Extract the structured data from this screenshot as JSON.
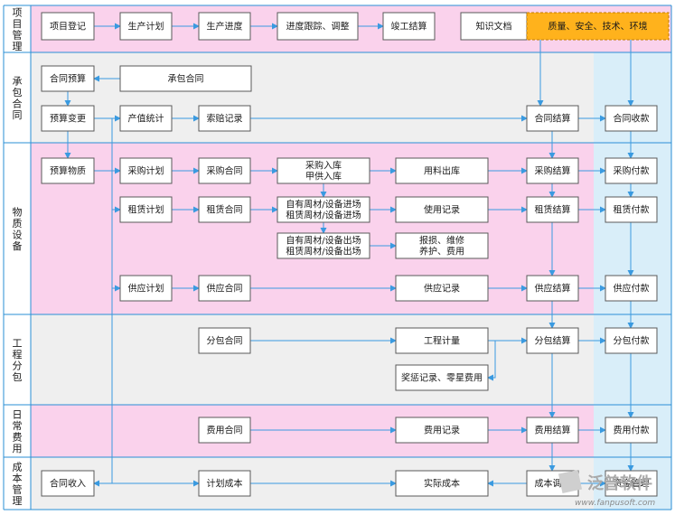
{
  "lanes": {
    "project_mgmt": "项目管理",
    "contract": "承包合同",
    "materials": "物质设备",
    "subcontract": "工程分包",
    "daily_cost": "日常费用",
    "cost_mgmt": "成本管理"
  },
  "nodes": {
    "project_register": "项目登记",
    "production_plan": "生产计划",
    "production_progress": "生产进度",
    "progress_tracking": "进度跟踪、调整",
    "completion_settlement": "竣工结算",
    "knowledge_docs": "知识文档",
    "qset": "质量、安全、技术、环境",
    "contract_budget": "合同预算",
    "contract_contracting": "承包合同",
    "budget_change": "预算变更",
    "output_stats": "产值统计",
    "claim_record": "索赔记录",
    "contract_settlement": "合同结算",
    "contract_receipt": "合同收款",
    "budget_materials": "预算物质",
    "purchase_plan": "采购计划",
    "purchase_contract": "采购合同",
    "purchase_inbound": [
      "采购入库",
      "甲供入库"
    ],
    "material_outbound": "用料出库",
    "purchase_settlement": "采购结算",
    "purchase_payment": "采购付款",
    "lease_plan": "租赁计划",
    "lease_contract": "租赁合同",
    "equipment_entry": [
      "自有周材/设备进场",
      "租赁周材/设备进场"
    ],
    "usage_record": "使用记录",
    "lease_settlement": "租赁结算",
    "lease_payment": "租赁付款",
    "equipment_exit": [
      "自有周材/设备出场",
      "租赁周材/设备出场"
    ],
    "repair": [
      "报损、维修",
      "养护、费用"
    ],
    "supply_plan": "供应计划",
    "supply_contract": "供应合同",
    "supply_record": "供应记录",
    "supply_settlement": "供应结算",
    "supply_payment": "供应付款",
    "sub_contract": "分包合同",
    "engineering_measure": "工程计量",
    "sub_settlement": "分包结算",
    "sub_payment": "分包付款",
    "reward_penalty": "奖惩记录、零星费用",
    "expense_contract": "费用合同",
    "expense_record": "费用记录",
    "expense_settlement": "费用结算",
    "expense_payment": "费用付款",
    "contract_income": "合同收入",
    "planned_cost": "计划成本",
    "actual_cost": "实际成本",
    "cost_adjust": "成本调整",
    "fund_mgmt": "资金管理"
  },
  "watermark": {
    "brand": "泛普软件",
    "url": "www.fanpusoft.com"
  },
  "colors": {
    "lane_pink": "#fad2ec",
    "lane_gray": "#efefef",
    "right_column": "#d9eef9",
    "line_blue": "#3a9ae0",
    "node_border": "#5a5a5a",
    "highlight_orange": "#ffb21c",
    "divider": "#2a8fd6"
  }
}
